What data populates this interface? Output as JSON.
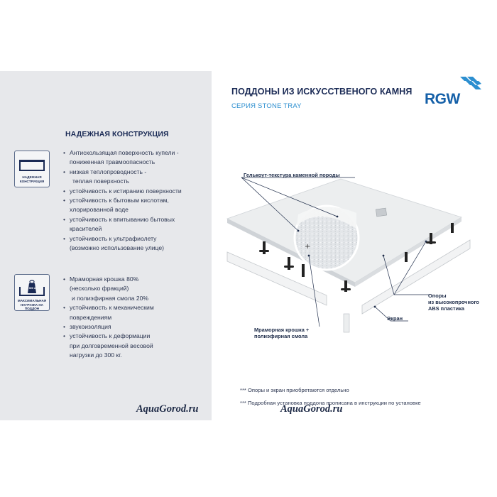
{
  "header": {
    "title": "ПОДДОНЫ ИЗ ИСКУССТВЕНОГО КАМНЯ",
    "subtitle": "СЕРИЯ STONE TRAY",
    "logo_text": "RGW",
    "colors": {
      "title": "#1a2a55",
      "subtitle": "#2d8fd0",
      "logo": "#1560a8"
    }
  },
  "section": {
    "title": "НАДЕЖНАЯ КОНСТРУКЦИЯ"
  },
  "badges": [
    {
      "icon": "shelf-icon",
      "label_line1": "НАДЕЖНАЯ",
      "label_line2": "КОНСТРУКЦИЯ"
    },
    {
      "icon": "weight-icon",
      "weight_text": "300 кг",
      "label_line1": "МАКСИМАЛЬНАЯ",
      "label_line2": "НАГРУЗКА НА ПОДДОН"
    }
  ],
  "features_group_1": [
    "Антискользящая поверхность купели -",
    "пониженная травмоопасность",
    "низкая теплопроводность -",
    "теплая поверхность",
    "устойчивость к истиранию поверхности",
    "устойчивость к бытовым кислотам,",
    "хлорированной воде",
    "устойчивость к впитыванию бытовых",
    "красителей",
    "устойчивость к ультрафиолету",
    "(возможно использование улице)"
  ],
  "features_group_2": [
    "Мраморная крошка 80%",
    "(несколько фракций)",
    "и полиэфирная смола 20%",
    "устойчивость к механическим",
    "повреждениям",
    "звукоизоляция",
    "устойчивость к деформации",
    "при долговременной весовой",
    "нагрузки до 300 кг."
  ],
  "callouts": {
    "gelcoat": "Гелькоут-текстура каменной породы",
    "supports_1": "Опоры",
    "supports_2": "из высокопрочного",
    "supports_3": "ABS пластика",
    "screen": "Экран",
    "marble_1": "Мраморная крошка +",
    "marble_2": "полиэфирная смола"
  },
  "notes": [
    "*** Опоры и экран приобретаются отдельно",
    "*** Подробная установка поддона прописана в инструкции по установке"
  ],
  "watermarks": [
    "AquaGorod.ru",
    "AquaGorod.ru"
  ]
}
